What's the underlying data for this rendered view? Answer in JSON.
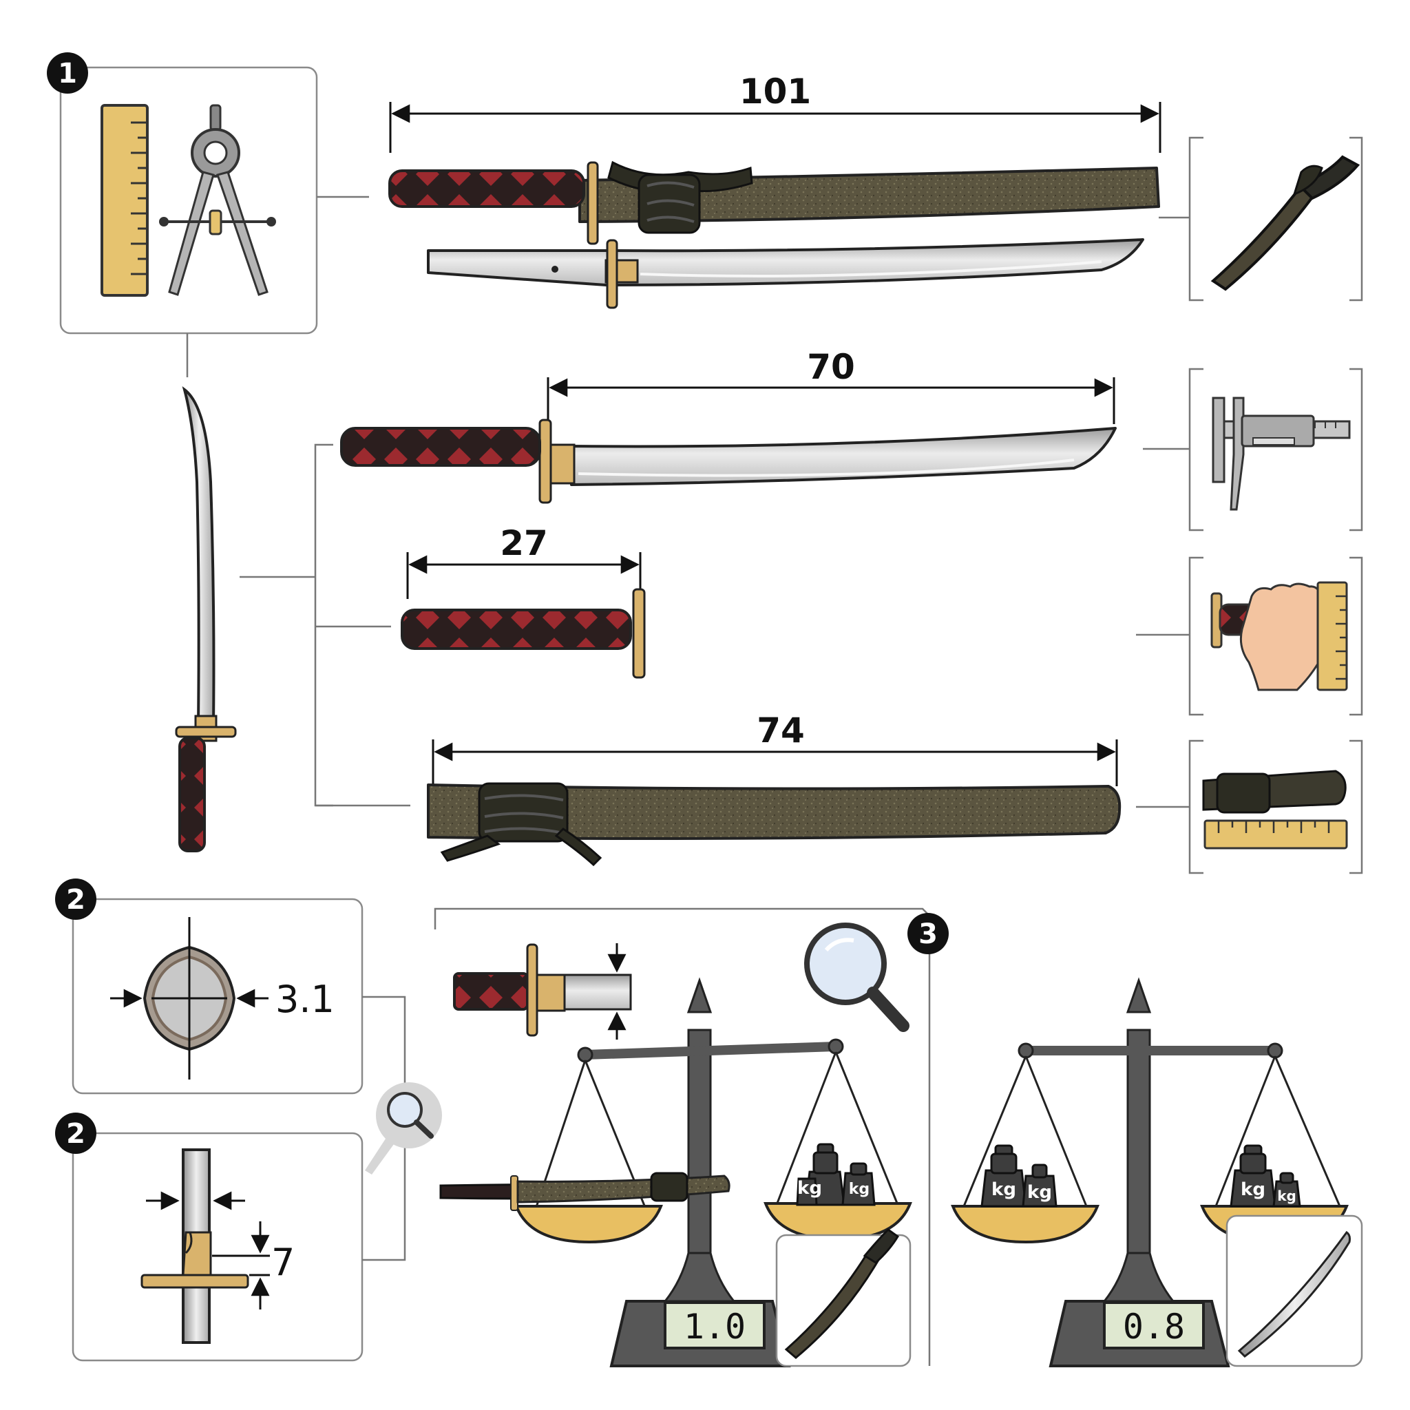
{
  "badges": {
    "b1": "1",
    "b2a": "2",
    "b2b": "2",
    "b3": "3"
  },
  "measurements": {
    "overall_length": "101",
    "blade_length": "70",
    "handle_length": "27",
    "scabbard_length": "74",
    "blade_thickness": "3.1",
    "habaki_height": "7"
  },
  "scale_readouts": {
    "left": "1.0",
    "right": "0.8"
  },
  "weight_labels": {
    "kg": "kg",
    "small": "kg"
  },
  "colors": {
    "wrap_dark": "#2b1e1e",
    "wrap_diamond": "#9c2a2f",
    "brass": "#d9b36c",
    "scabbard": "#5b5540",
    "steel": "#c9c9c9",
    "ruler": "#e6c36f",
    "scale_metal": "#575757",
    "pan": "#e8bf62"
  },
  "icons": [
    "ruler-icon",
    "compass-icon",
    "caliper-icon",
    "hand-icon",
    "magnifier-icon",
    "balance-scale-icon",
    "weight-icon"
  ]
}
